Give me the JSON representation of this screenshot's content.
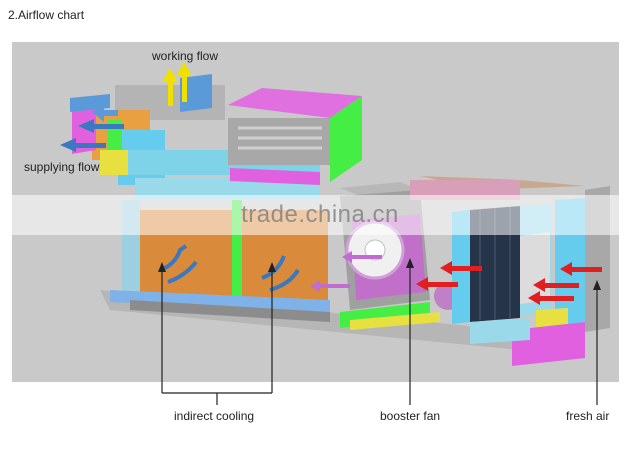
{
  "page": {
    "title": "2.Airflow chart"
  },
  "labels": {
    "working_flow": "working flow",
    "supplying_flow": "supplying flow",
    "indirect_cooling": "indirect cooling",
    "booster_fan": "booster fan",
    "fresh_air": "fresh air"
  },
  "watermark": {
    "text": "trade.china.cn"
  },
  "colors": {
    "background_panel": "#c9c9c9",
    "supply_arrow": "#3a78c0",
    "working_arrow": "#f0e000",
    "fresh_air_arrow": "#e02020",
    "cooling_module": "#d98a3a",
    "fan_housing": "#a0a0a0",
    "magenta_panel": "#e060e0",
    "green_panel": "#44ee44",
    "cyan_panel": "#66ccee"
  }
}
